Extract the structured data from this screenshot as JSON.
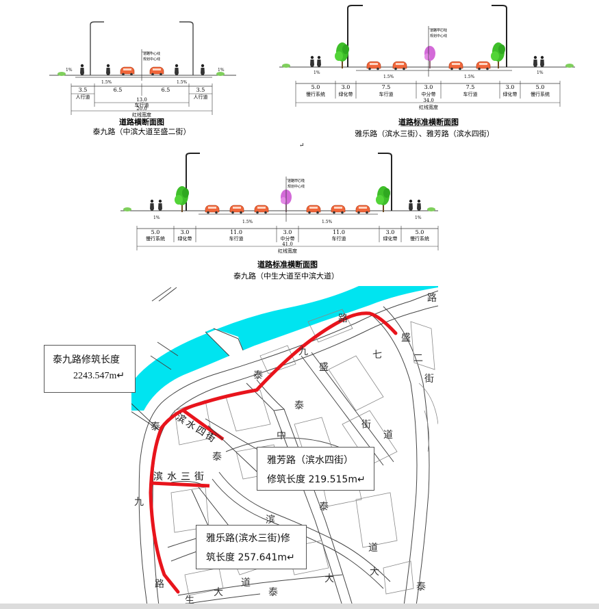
{
  "sections": [
    {
      "id": "s1",
      "title": "道路横断面图",
      "subtitle": "泰九路（中滨大道至盛二街）",
      "centerline_labels": [
        "道路中心线",
        "规划中心线"
      ],
      "slopes": [
        "1%",
        "1.5%",
        "1.5%",
        "1%"
      ],
      "widths": [
        "3.5",
        "6.5",
        "6.5",
        "3.5"
      ],
      "zones": [
        "人行道",
        "车行道",
        "人行道"
      ],
      "subtotal": "13.0",
      "subtotal_label": "车行道",
      "total": "20.0",
      "total_label": "红线宽度"
    },
    {
      "id": "s2",
      "title": "道路标准横断面图",
      "subtitle": "雅乐路（滨水三街）、雅芳路（滨水四街）",
      "centerline_labels": [
        "道路中心线",
        "规划中心线"
      ],
      "slopes": [
        "1%",
        "1.5%",
        "1.5%",
        "1%"
      ],
      "widths": [
        "5.0",
        "3.0",
        "7.5",
        "3.0",
        "7.5",
        "3.0",
        "5.0"
      ],
      "zones": [
        "慢行系统",
        "绿化带",
        "车行道",
        "中分带",
        "车行道",
        "绿化带",
        "慢行系统"
      ],
      "total": "34.0",
      "total_label": "红线宽度"
    },
    {
      "id": "s3",
      "title": "道路标准横断面图",
      "subtitle": "泰九路（中生大道至中滨大道）",
      "centerline_labels": [
        "道路中心线",
        "规划中心线"
      ],
      "slopes": [
        "1%",
        "1.5%",
        "1.5%",
        "1%"
      ],
      "widths": [
        "5.0",
        "3.0",
        "11.0",
        "3.0",
        "11.0",
        "3.0",
        "5.0"
      ],
      "zones": [
        "慢行系统",
        "绿化带",
        "车行道",
        "中分带",
        "车行道",
        "绿化带",
        "慢行系统"
      ],
      "total": "41.0",
      "total_label": "红线宽度"
    }
  ],
  "map": {
    "labels": [
      {
        "id": "tai1",
        "text": "泰"
      },
      {
        "id": "jiu1",
        "text": "九"
      },
      {
        "id": "lu1",
        "text": "路"
      },
      {
        "id": "tai2",
        "text": "泰"
      },
      {
        "id": "jiu2",
        "text": "九"
      },
      {
        "id": "lu2",
        "text": "路"
      },
      {
        "id": "tai3",
        "text": "泰"
      },
      {
        "id": "sheng1",
        "text": "盛"
      },
      {
        "id": "qi",
        "text": "七"
      },
      {
        "id": "sheng2",
        "text": "盛"
      },
      {
        "id": "er",
        "text": "二"
      },
      {
        "id": "jie1",
        "text": "街"
      },
      {
        "id": "lu3",
        "text": "路"
      },
      {
        "id": "jie2",
        "text": "街"
      },
      {
        "id": "dao1",
        "text": "道"
      },
      {
        "id": "zhong",
        "text": "中"
      },
      {
        "id": "tai4",
        "text": "泰"
      },
      {
        "id": "tai5",
        "text": "泰"
      },
      {
        "id": "bin1",
        "text": "滨"
      },
      {
        "id": "dao2",
        "text": "道"
      },
      {
        "id": "da1",
        "text": "大"
      },
      {
        "id": "da2",
        "text": "大"
      },
      {
        "id": "tai6",
        "text": "泰"
      },
      {
        "id": "dao3",
        "text": "道"
      },
      {
        "id": "tai7",
        "text": "泰"
      },
      {
        "id": "da3",
        "text": "大"
      },
      {
        "id": "sheng3",
        "text": "生"
      }
    ],
    "street_binshui4": "滨水四街",
    "street_binshui3": "滨水三街",
    "route_color": "#e8141c",
    "water_color": "#00e4f0"
  },
  "callouts": {
    "taijiu": {
      "line1": "泰九路修筑长度",
      "line2": "2243.547m↵"
    },
    "yafang": {
      "line1": "雅芳路（滨水四街）",
      "line2": "修筑长度 219.515m↵"
    },
    "yale": {
      "line1": "雅乐路(滨水三街)修",
      "line2": "筑长度 257.641m↵"
    }
  },
  "para_mark": "↵"
}
